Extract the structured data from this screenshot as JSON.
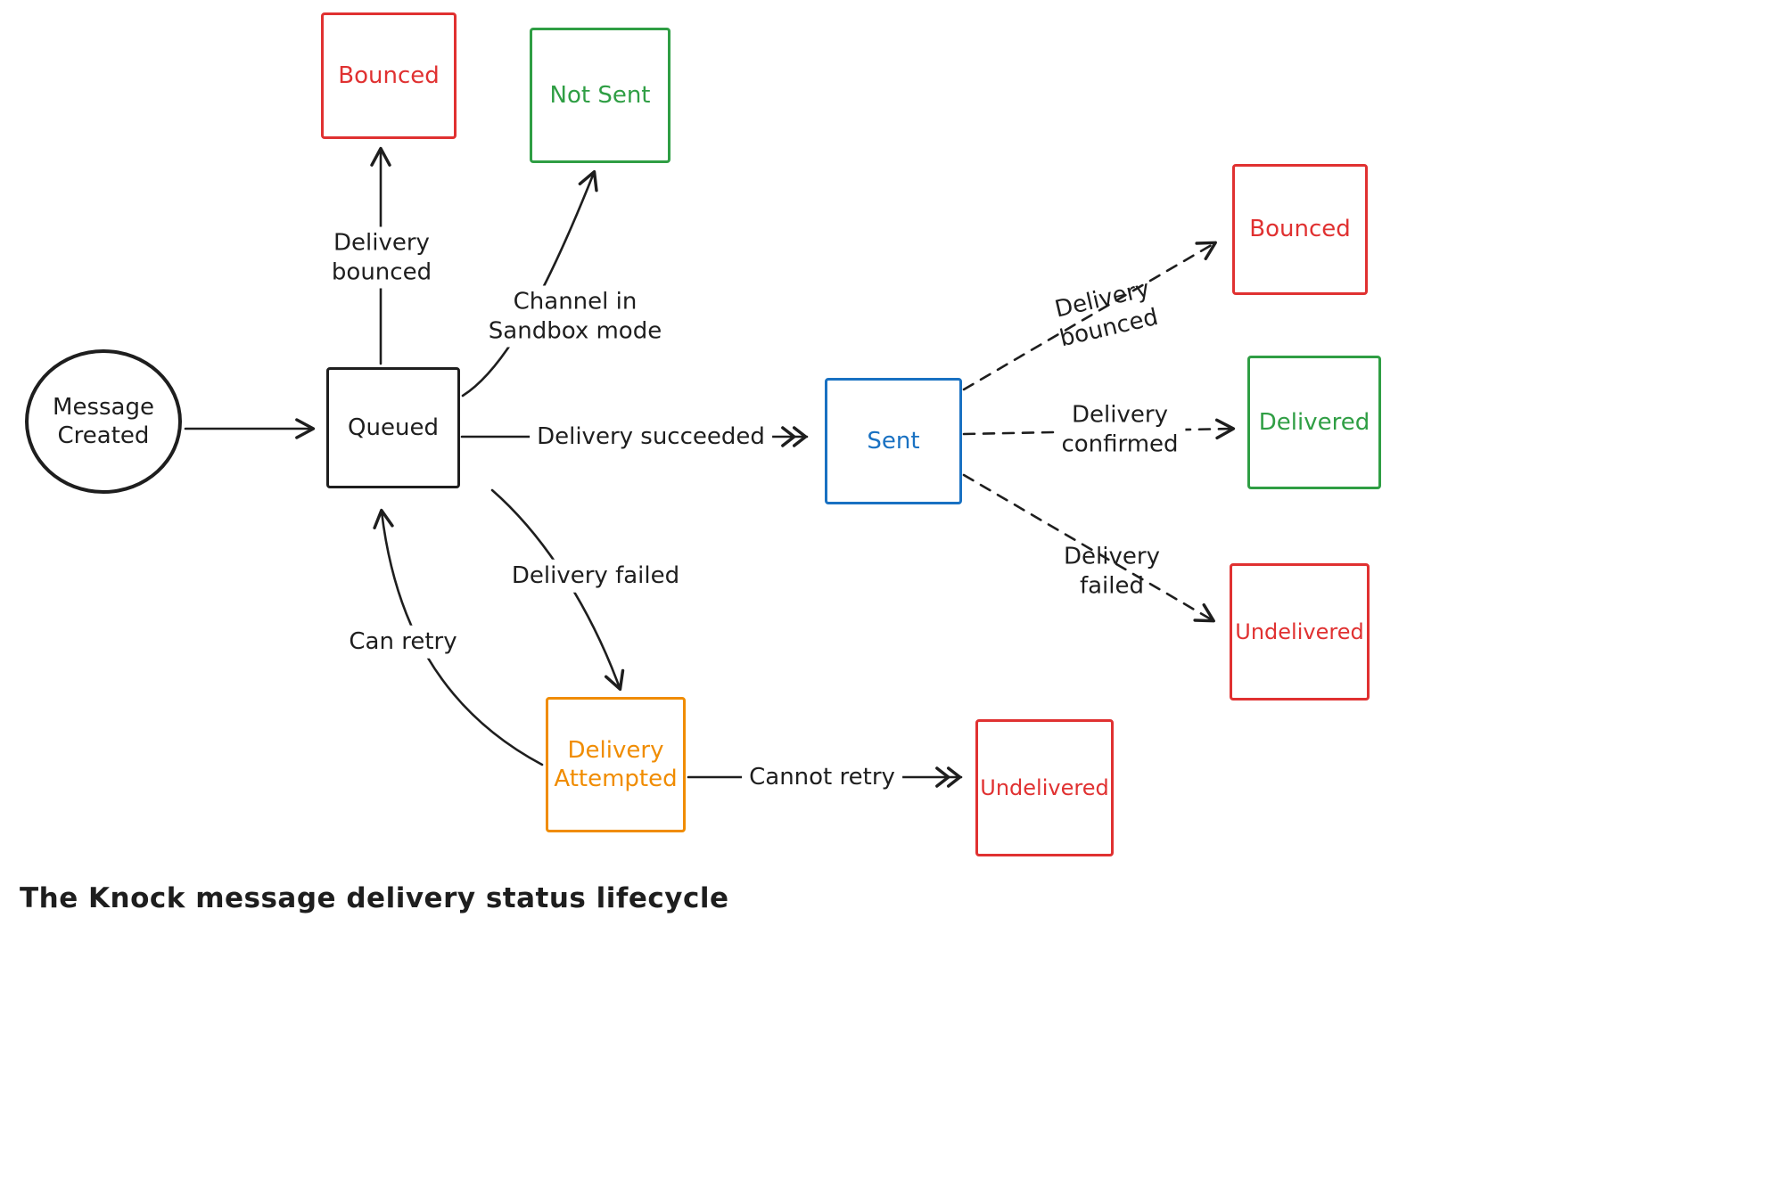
{
  "title": "The Knock message delivery status lifecycle",
  "colors": {
    "ink": "#1e1e1e",
    "red": "#e03131",
    "green": "#2f9e44",
    "blue": "#1971c2",
    "orange": "#f08c00"
  },
  "nodes": {
    "message_created": {
      "label": "Message\nCreated",
      "color": "#1e1e1e",
      "shape": "circle"
    },
    "queued": {
      "label": "Queued",
      "color": "#1e1e1e",
      "shape": "rect"
    },
    "bounced_top": {
      "label": "Bounced",
      "color": "#e03131",
      "shape": "rect"
    },
    "not_sent": {
      "label": "Not Sent",
      "color": "#2f9e44",
      "shape": "rect"
    },
    "sent": {
      "label": "Sent",
      "color": "#1971c2",
      "shape": "rect"
    },
    "bounced_right": {
      "label": "Bounced",
      "color": "#e03131",
      "shape": "rect"
    },
    "delivered": {
      "label": "Delivered",
      "color": "#2f9e44",
      "shape": "rect"
    },
    "undelivered_right": {
      "label": "Undelivered",
      "color": "#e03131",
      "shape": "rect"
    },
    "delivery_attempted": {
      "label": "Delivery\nAttempted",
      "color": "#f08c00",
      "shape": "rect"
    },
    "undelivered_bottom": {
      "label": "Undelivered",
      "color": "#e03131",
      "shape": "rect"
    }
  },
  "edges": {
    "queued_to_bounced": {
      "label": "Delivery\nbounced",
      "style": "solid"
    },
    "queued_to_not_sent": {
      "label": "Channel in\nSandbox mode",
      "style": "solid"
    },
    "queued_to_sent": {
      "label": "Delivery succeeded",
      "style": "solid"
    },
    "sent_to_bounced": {
      "label": "Delivery\nbounced",
      "style": "dashed"
    },
    "sent_to_delivered": {
      "label": "Delivery\nconfirmed",
      "style": "dashed"
    },
    "sent_to_undelivered": {
      "label": "Delivery\nfailed",
      "style": "dashed"
    },
    "queued_to_delivery_attempted": {
      "label": "Delivery failed",
      "style": "solid"
    },
    "delivery_attempted_to_queued": {
      "label": "Can retry",
      "style": "solid"
    },
    "delivery_attempted_to_undelivered": {
      "label": "Cannot retry",
      "style": "solid"
    }
  }
}
